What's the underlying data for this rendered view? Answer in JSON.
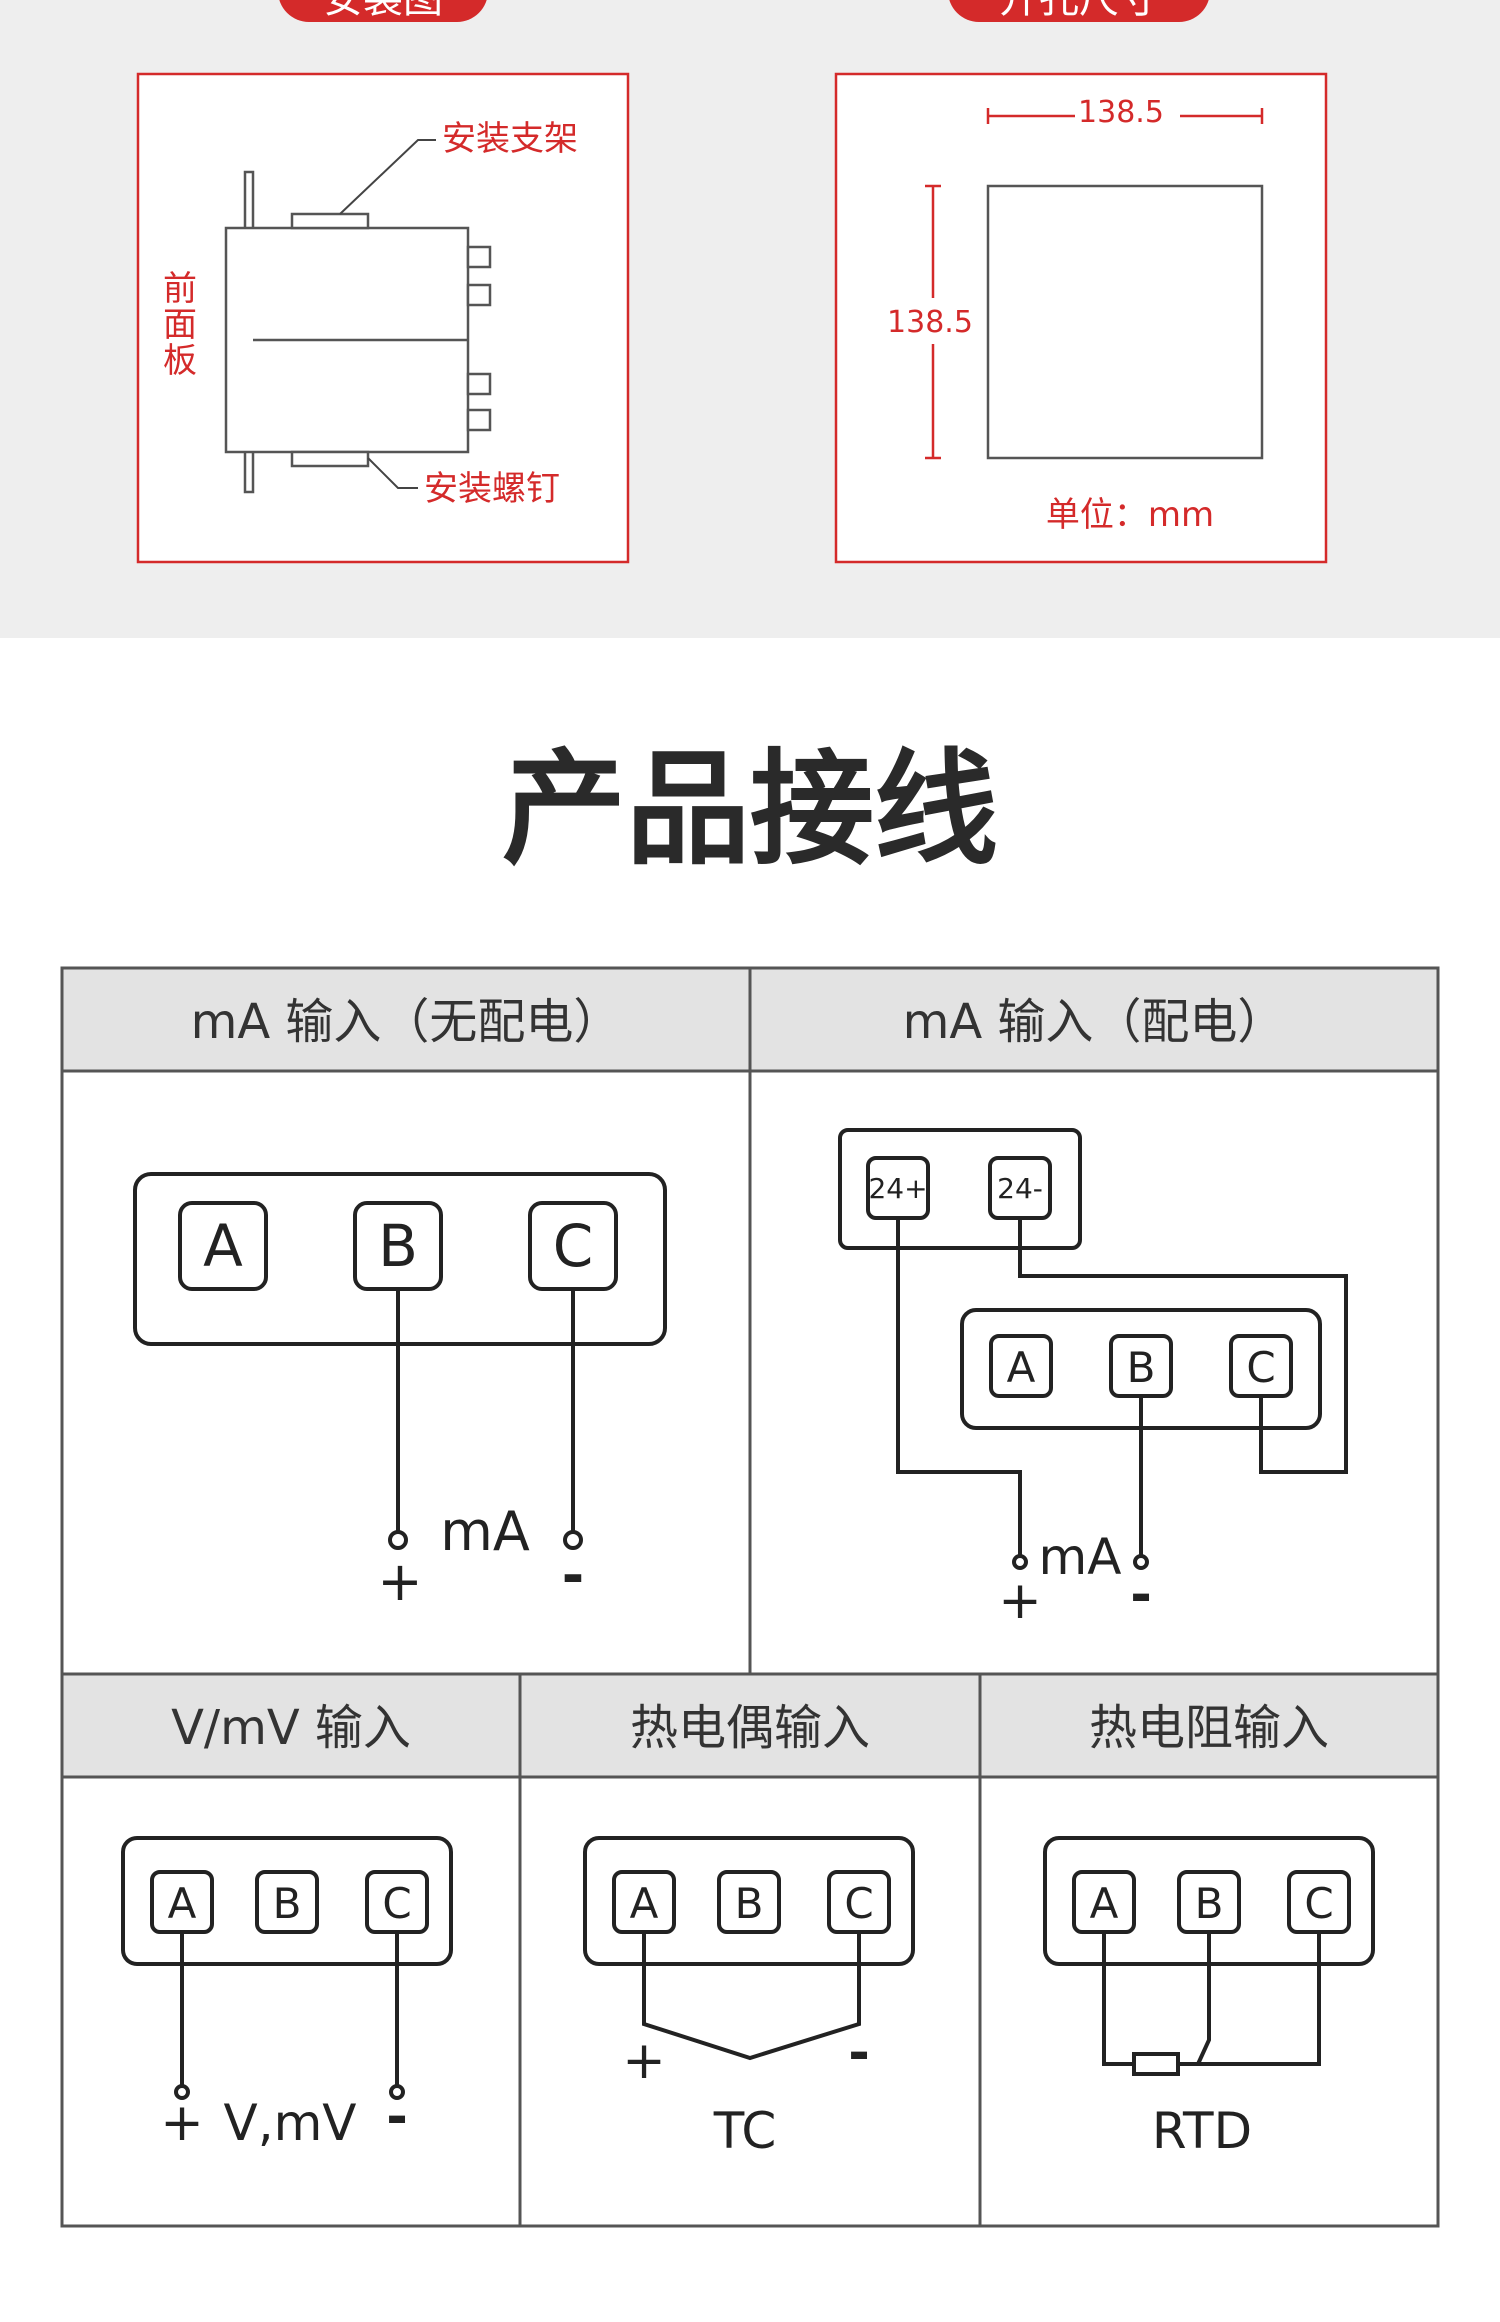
{
  "install": {
    "pill_left": "安装图",
    "pill_right": "开孔尺寸",
    "left_panel": {
      "bracket_label": "安装支架",
      "screw_label": "安装螺钉",
      "front_panel_label": [
        "前",
        "面",
        "板"
      ]
    },
    "right_panel": {
      "width_dim": "138.5",
      "height_dim": "138.5",
      "unit_label": "单位：mm"
    },
    "accent_color": "#d42a2a"
  },
  "section_title": "产品接线",
  "wiring": {
    "terminals": {
      "a": "A",
      "b": "B",
      "c": "C"
    },
    "plus": "+",
    "minus": "-",
    "cells": {
      "ma_no_power": {
        "header": "mA 输入（无配电）",
        "signal": "mA"
      },
      "ma_power": {
        "header": "mA 输入（配电）",
        "signal": "mA",
        "term_24p": "24+",
        "term_24m": "24-"
      },
      "vmv": {
        "header": "V/mV 输入",
        "signal": "V,mV"
      },
      "tc": {
        "header": "热电偶输入",
        "signal": "TC"
      },
      "rtd": {
        "header": "热电阻输入",
        "signal": "RTD"
      }
    },
    "header_bg": "#e3e3e3",
    "line_color": "#222222"
  }
}
